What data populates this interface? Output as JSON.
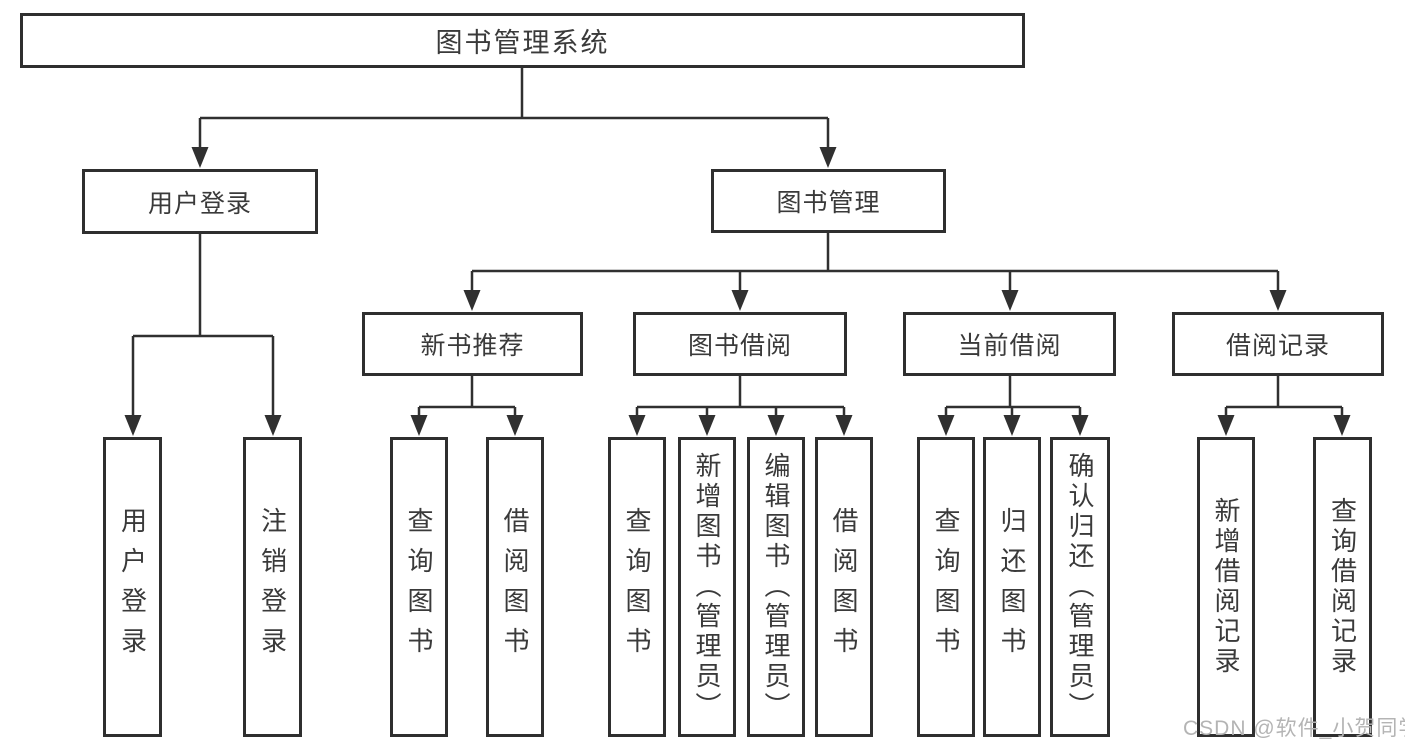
{
  "diagram": {
    "type": "hierarchy-tree",
    "tree": {
      "label": "图书管理系统",
      "children": [
        {
          "label": "用户登录",
          "children": [
            {
              "label": "用户登录"
            },
            {
              "label": "注销登录"
            }
          ]
        },
        {
          "label": "图书管理",
          "children": [
            {
              "label": "新书推荐",
              "children": [
                {
                  "label": "查询图书"
                },
                {
                  "label": "借阅图书"
                }
              ]
            },
            {
              "label": "图书借阅",
              "children": [
                {
                  "label": "查询图书"
                },
                {
                  "label": "新增图书（管理员）"
                },
                {
                  "label": "编辑图书（管理员）"
                },
                {
                  "label": "借阅图书"
                }
              ]
            },
            {
              "label": "当前借阅",
              "children": [
                {
                  "label": "查询图书"
                },
                {
                  "label": "归还图书"
                },
                {
                  "label": "确认归还（管理员）"
                }
              ]
            },
            {
              "label": "借阅记录",
              "children": [
                {
                  "label": "新增借阅记录"
                },
                {
                  "label": "查询借阅记录"
                }
              ]
            }
          ]
        }
      ]
    },
    "colors": {
      "line": "#303030",
      "box_border": "#2f2f2f",
      "box_background": "#ffffff",
      "text": "#3a3a3a",
      "watermark": "#b4b4b4"
    }
  },
  "watermark": {
    "text": "CSDN @软件_小贺同学"
  }
}
